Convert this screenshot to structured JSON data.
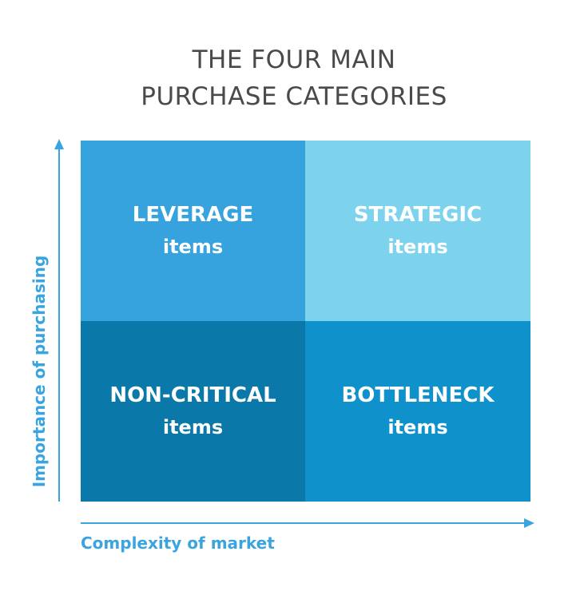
{
  "title": {
    "line1": "THE FOUR MAIN",
    "line2": "PURCHASE CATEGORIES"
  },
  "quadrants": [
    {
      "name": "LEVERAGE",
      "sub": "items",
      "color": "#36a2de"
    },
    {
      "name": "STRATEGIC",
      "sub": "items",
      "color": "#7dd3ee"
    },
    {
      "name": "NON-CRITICAL",
      "sub": "items",
      "color": "#0a78a8"
    },
    {
      "name": "BOTTLENECK",
      "sub": "items",
      "color": "#0f92cc"
    }
  ],
  "axes": {
    "y_label": "Importance of purchasing",
    "x_label": "Complexity of market",
    "color": "#3aa4df"
  }
}
